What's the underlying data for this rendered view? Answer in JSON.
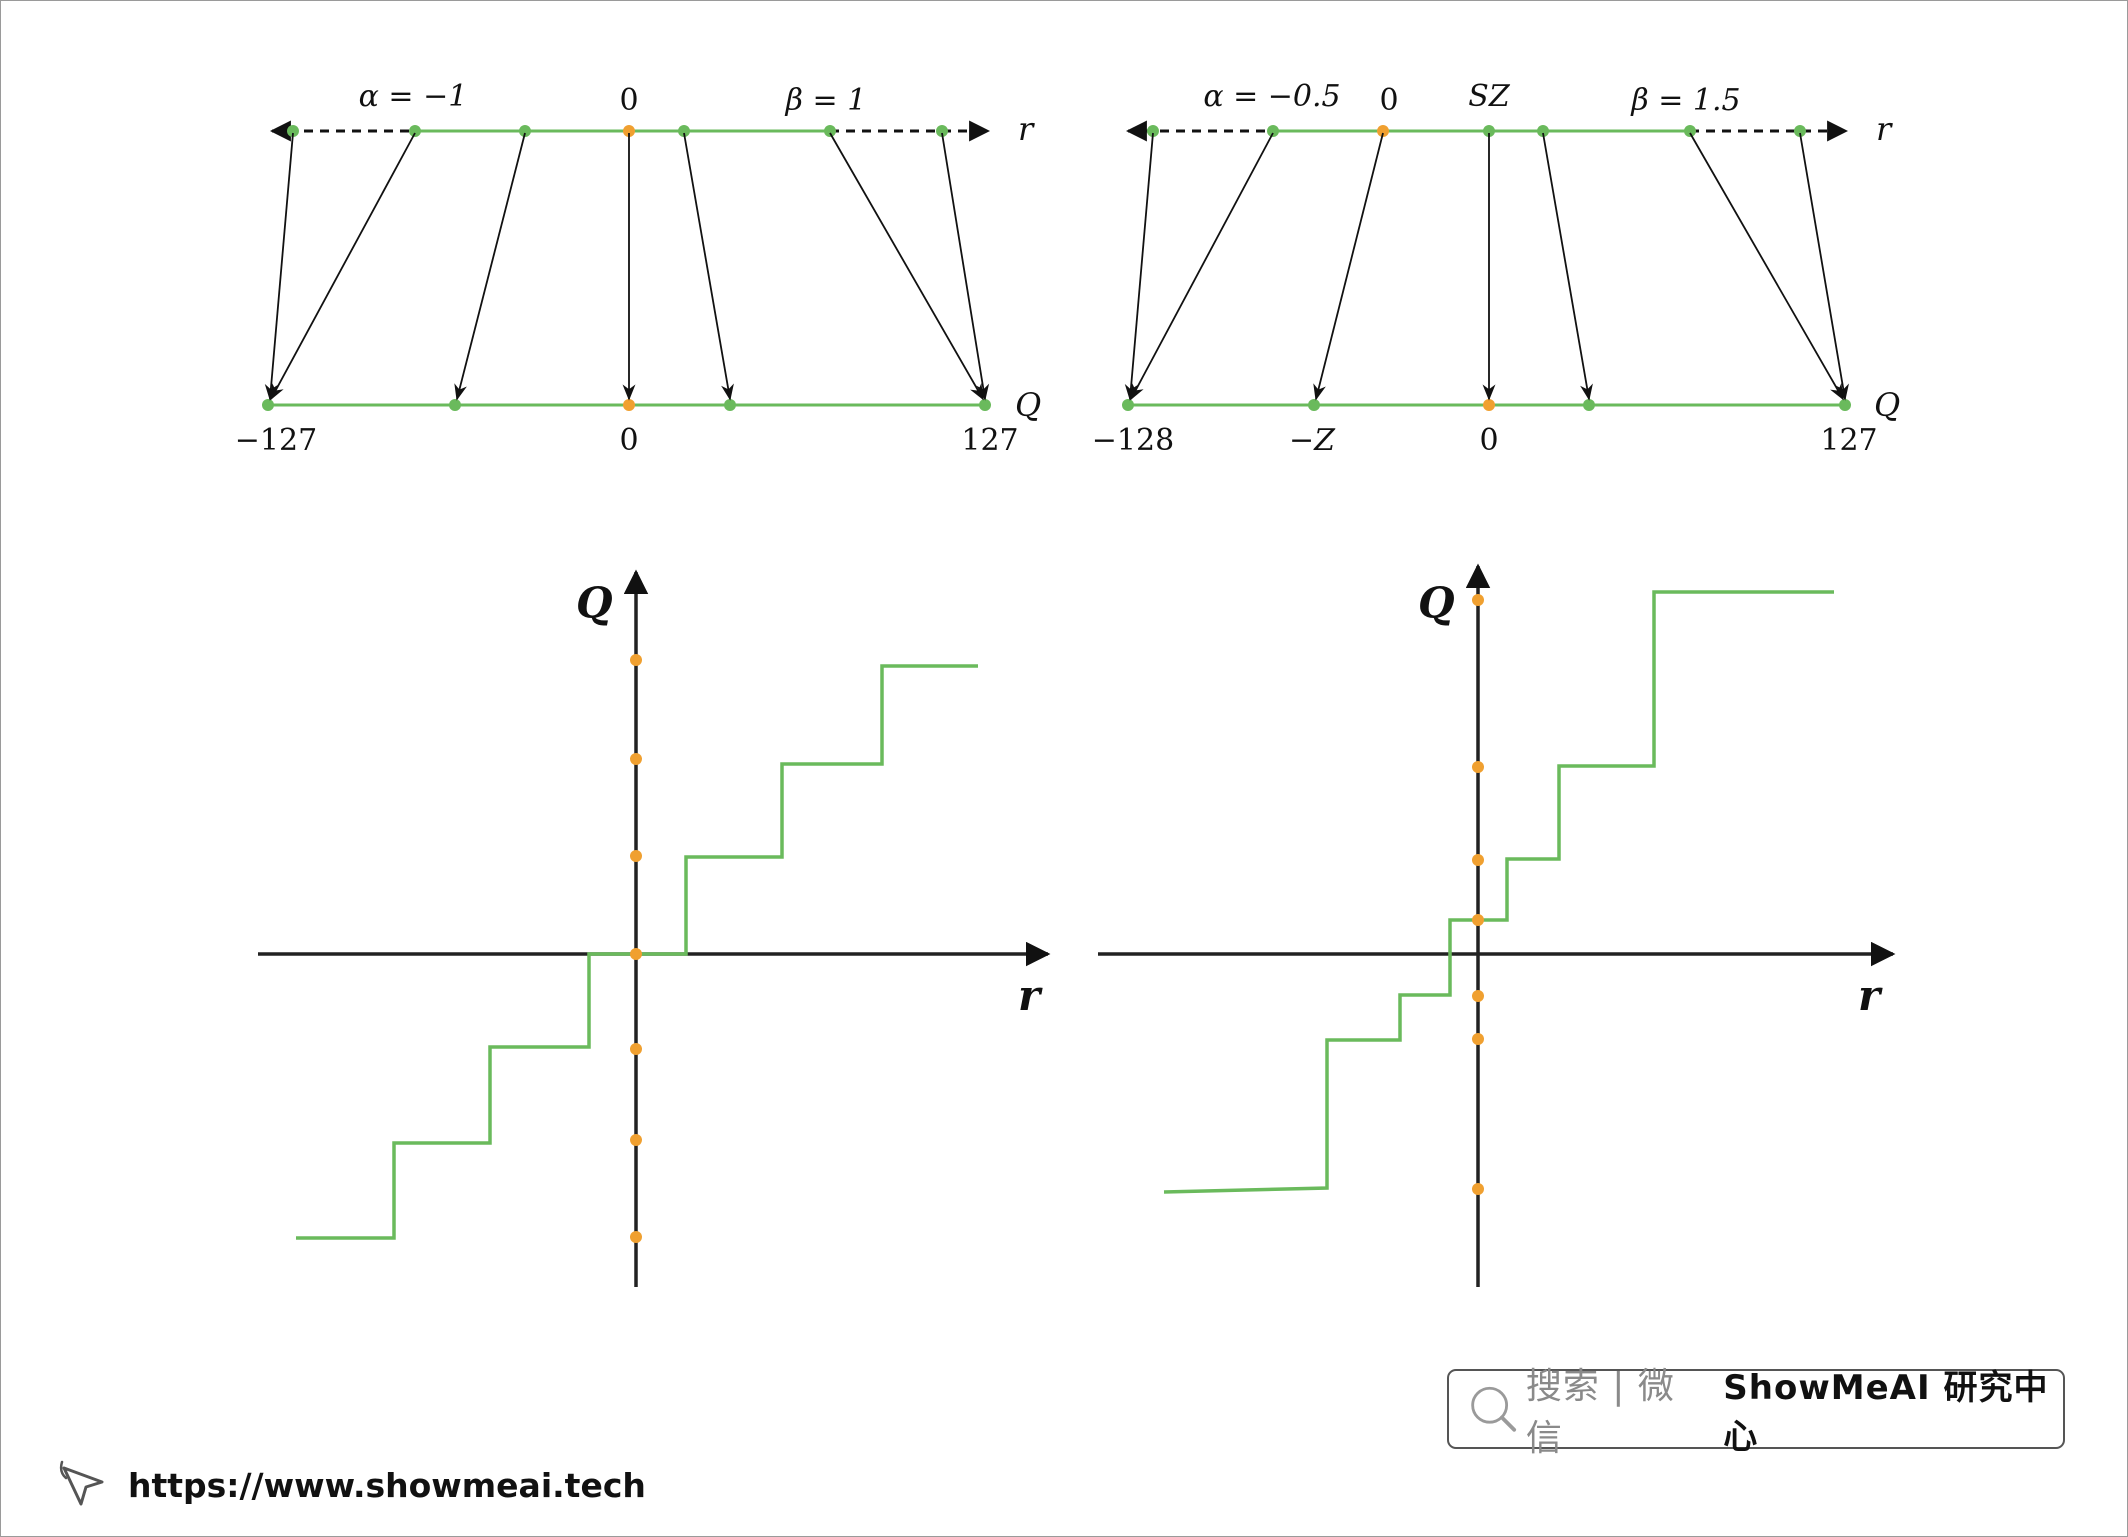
{
  "colors": {
    "green": "#6aba5c",
    "orange": "#f0a030",
    "ink": "#111111"
  },
  "left_mapping": {
    "r_label": "r",
    "q_label": "Q",
    "top_labels": {
      "alpha": "α = −1",
      "zero": "0",
      "beta": "β = 1"
    },
    "bottom_labels": {
      "min": "−127",
      "zero": "0",
      "max": "127"
    }
  },
  "right_mapping": {
    "r_label": "r",
    "q_label": "Q",
    "top_labels": {
      "alpha": "α = −0.5",
      "zero": "0",
      "sz": "SZ",
      "beta": "β = 1.5"
    },
    "bottom_labels": {
      "min": "−128",
      "neg_z": "−Z",
      "zero": "0",
      "max": "127"
    }
  },
  "left_plot": {
    "x_label": "r",
    "y_label": "Q"
  },
  "right_plot": {
    "x_label": "r",
    "y_label": "Q"
  },
  "search_box": {
    "icon": "search-icon",
    "label": "搜索 | 微信",
    "brand": "ShowMeAI 研究中心"
  },
  "footer": {
    "icon": "cursor-icon",
    "url": "https://www.showmeai.tech"
  }
}
